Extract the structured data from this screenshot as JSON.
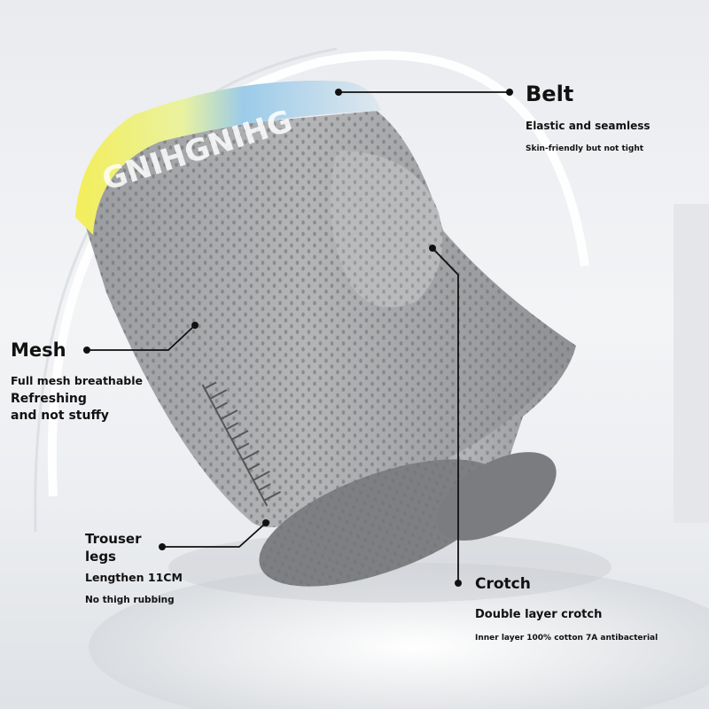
{
  "waistband_text": "GNIHGNIHG",
  "callouts": {
    "belt": {
      "title": "Belt",
      "line1": "Elastic and seamless",
      "line2": "Skin-friendly but not tight"
    },
    "mesh": {
      "title": "Mesh",
      "line1": "Full mesh breathable",
      "line2": "Refreshing",
      "line3": "and not stuffy"
    },
    "legs": {
      "title_line1": "Trouser",
      "title_line2": "legs",
      "line1": "Lengthen 11CM",
      "line2": "No thigh rubbing"
    },
    "crotch": {
      "title": "Crotch",
      "line1": "Double layer crotch",
      "line2": "Inner layer 100% cotton 7A antibacterial"
    }
  },
  "colors": {
    "fabric": "#a9abad",
    "fabric_dark": "#8d8f92",
    "waistband": "#dfe8ee",
    "waist_yellow": "#f3ee5a",
    "waist_blue": "#9ccbe9",
    "text": "#111111"
  }
}
